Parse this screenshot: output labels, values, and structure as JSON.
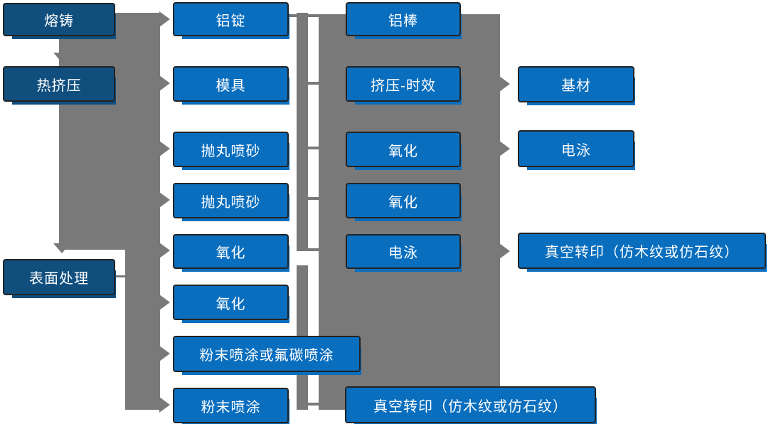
{
  "diagram": {
    "type": "flowchart",
    "colors": {
      "stage_box": "#104e7e",
      "process_box": "#0a6ebe",
      "connector": "#797979",
      "box_border": "#232323",
      "text": "#ffffff"
    }
  },
  "nodes": {
    "melt_casting": {
      "label": "熔铸"
    },
    "hot_extrusion": {
      "label": "热挤压"
    },
    "surface_treatment": {
      "label": "表面处理"
    },
    "aluminum_ingot": {
      "label": "铝锭"
    },
    "mold": {
      "label": "模具"
    },
    "shot_blasting_1": {
      "label": "抛丸喷砂"
    },
    "shot_blasting_2": {
      "label": "抛丸喷砂"
    },
    "oxidation_1": {
      "label": "氧化"
    },
    "oxidation_2": {
      "label": "氧化"
    },
    "powder_or_fluorocarbon": {
      "label": "粉末喷涂或氟碳喷涂"
    },
    "powder_coating": {
      "label": "粉末喷涂"
    },
    "aluminum_rod": {
      "label": "铝棒"
    },
    "extrusion_aging": {
      "label": "挤压-时效"
    },
    "oxidation_3": {
      "label": "氧化"
    },
    "oxidation_4": {
      "label": "氧化"
    },
    "electrophoresis_1": {
      "label": "电泳"
    },
    "vacuum_transfer_1": {
      "label": "真空转印（仿木纹或仿石纹）"
    },
    "base_material": {
      "label": "基材"
    },
    "electrophoresis_2": {
      "label": "电泳"
    },
    "vacuum_transfer_2": {
      "label": "真空转印（仿木纹或仿石纹）"
    }
  },
  "edges": [
    {
      "from": "melt_casting",
      "to": "hot_extrusion",
      "style": "arrow-down"
    },
    {
      "from": "hot_extrusion",
      "to": "surface_treatment",
      "style": "arrow-down"
    },
    {
      "from": "process_band",
      "to": "aluminum_ingot",
      "style": "arrow-right"
    },
    {
      "from": "process_band",
      "to": "mold",
      "style": "arrow-right"
    },
    {
      "from": "process_band",
      "to": "shot_blasting_1",
      "style": "arrow-right"
    },
    {
      "from": "process_band",
      "to": "shot_blasting_2",
      "style": "arrow-right"
    },
    {
      "from": "process_band",
      "to": "oxidation_1",
      "style": "arrow-right"
    },
    {
      "from": "surface_treatment",
      "to": "oxidation_2",
      "style": "arrow-right"
    },
    {
      "from": "surface_treatment",
      "to": "powder_or_fluorocarbon",
      "style": "arrow-right"
    },
    {
      "from": "surface_treatment",
      "to": "powder_coating",
      "style": "arrow-right"
    },
    {
      "from": "aluminum_ingot",
      "to": "aluminum_rod",
      "style": "line"
    },
    {
      "from": "mold",
      "to": "extrusion_aging",
      "style": "line"
    },
    {
      "from": "shot_blasting_1",
      "to": "oxidation_3",
      "style": "line"
    },
    {
      "from": "shot_blasting_2",
      "to": "oxidation_4",
      "style": "line"
    },
    {
      "from": "oxidation_1",
      "to": "electrophoresis_1",
      "style": "line"
    },
    {
      "from": "powder_coating",
      "to": "vacuum_transfer_1",
      "style": "line"
    },
    {
      "from": "extrusion_aging",
      "to": "base_material",
      "style": "arrow-right"
    },
    {
      "from": "oxidation_3",
      "to": "electrophoresis_2",
      "style": "arrow-right"
    },
    {
      "from": "electrophoresis_1",
      "to": "vacuum_transfer_2",
      "style": "arrow-right"
    }
  ]
}
